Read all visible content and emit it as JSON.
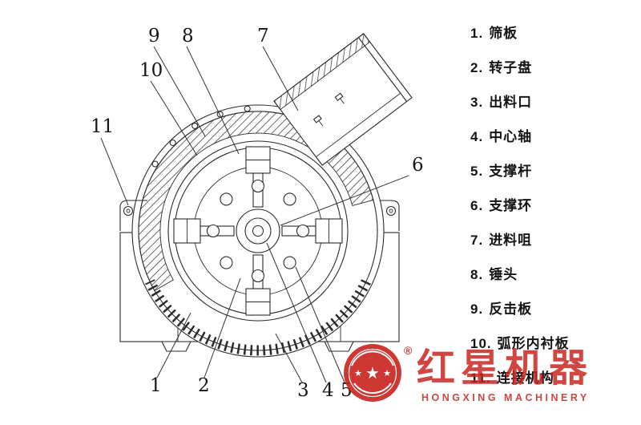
{
  "page": {
    "background": "#ffffff",
    "line_color": "#2b2b2b"
  },
  "diagram": {
    "callouts": [
      {
        "text": "9"
      },
      {
        "text": "8"
      },
      {
        "text": "7"
      },
      {
        "text": "10"
      },
      {
        "text": "11"
      },
      {
        "text": "6"
      },
      {
        "text": "1"
      },
      {
        "text": "2"
      },
      {
        "text": "3"
      },
      {
        "text": "4"
      },
      {
        "text": "5"
      }
    ]
  },
  "legend": {
    "items": [
      {
        "num": "1.",
        "label": "筛板"
      },
      {
        "num": "2.",
        "label": "转子盘"
      },
      {
        "num": "3.",
        "label": "出料口"
      },
      {
        "num": "4.",
        "label": "中心轴"
      },
      {
        "num": "5.",
        "label": "支撑杆"
      },
      {
        "num": "6.",
        "label": "支撑环"
      },
      {
        "num": "7.",
        "label": "进料咀"
      },
      {
        "num": "8.",
        "label": "锤头"
      },
      {
        "num": "9.",
        "label": "反击板"
      },
      {
        "num": "10.",
        "label": "弧形内衬板"
      },
      {
        "num": "11.",
        "label": "连接机构"
      }
    ]
  },
  "watermark": {
    "brand_cn": "红星机器",
    "brand_en": "HONGXING MACHINERY",
    "registered_mark": "®",
    "brand_color": "#c8231d"
  }
}
